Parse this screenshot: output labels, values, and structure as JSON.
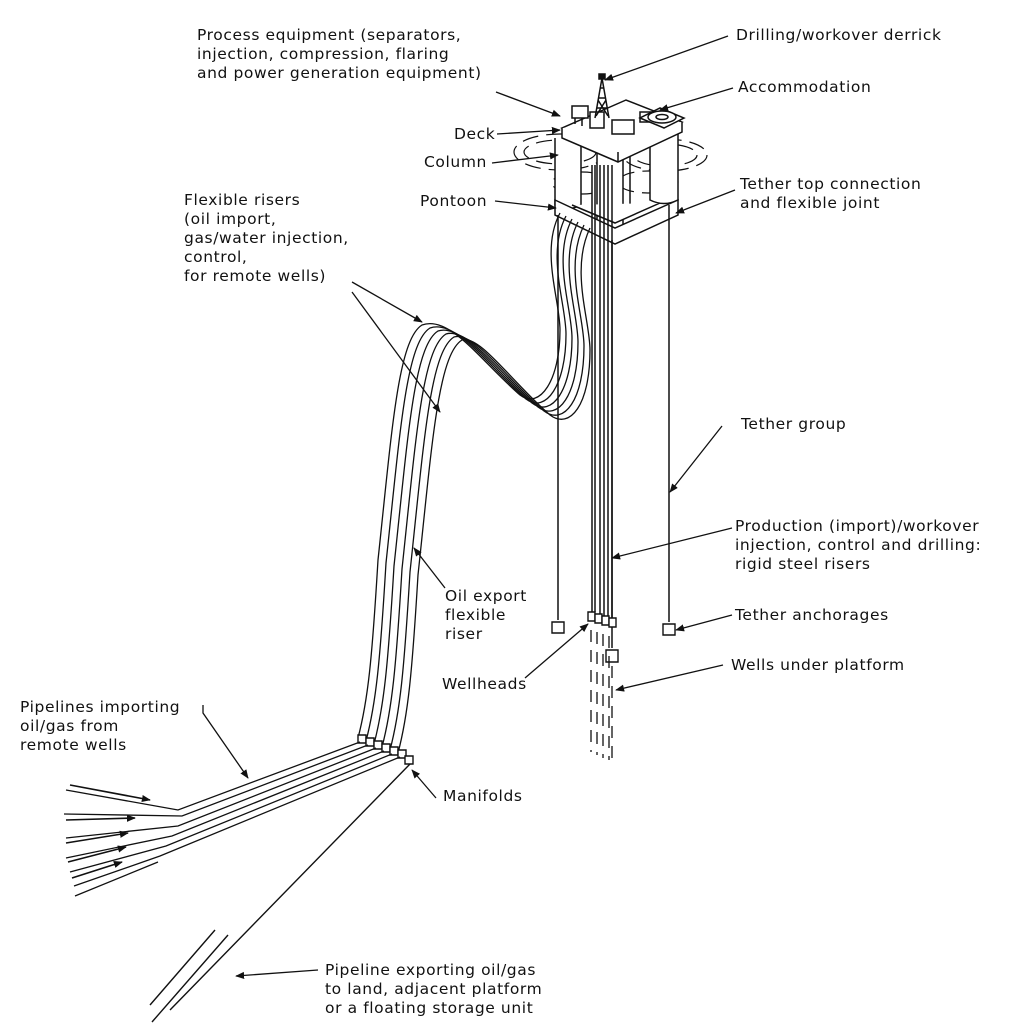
{
  "labels": {
    "process_equipment": [
      "Process equipment (separators,",
      "injection, compression, flaring",
      "and power generation equipment)"
    ],
    "drilling_derrick": [
      "Drilling/workover derrick"
    ],
    "accommodation": [
      "Accommodation"
    ],
    "deck": [
      "Deck"
    ],
    "column": [
      "Column"
    ],
    "pontoon": [
      "Pontoon"
    ],
    "tether_top": [
      "Tether top connection",
      "and flexible joint"
    ],
    "flexible_risers": [
      "Flexible risers",
      "(oil import,",
      "gas/water injection,",
      "control,",
      "for remote wells)"
    ],
    "tether_group": [
      "Tether group"
    ],
    "production_risers": [
      "Production (import)/workover",
      "injection, control and drilling:",
      "rigid steel risers"
    ],
    "oil_export_riser": [
      "Oil export",
      "flexible",
      "riser"
    ],
    "tether_anchorages": [
      "Tether anchorages"
    ],
    "wellheads": [
      "Wellheads"
    ],
    "wells_under_platform": [
      "Wells under platform"
    ],
    "pipelines_importing": [
      "Pipelines importing",
      "oil/gas from",
      "remote wells"
    ],
    "manifolds": [
      "Manifolds"
    ],
    "pipeline_exporting": [
      "Pipeline exporting oil/gas",
      "to land, adjacent platform",
      "or a floating storage unit"
    ]
  },
  "colors": {
    "ink": "#111111",
    "paper": "#ffffff"
  }
}
